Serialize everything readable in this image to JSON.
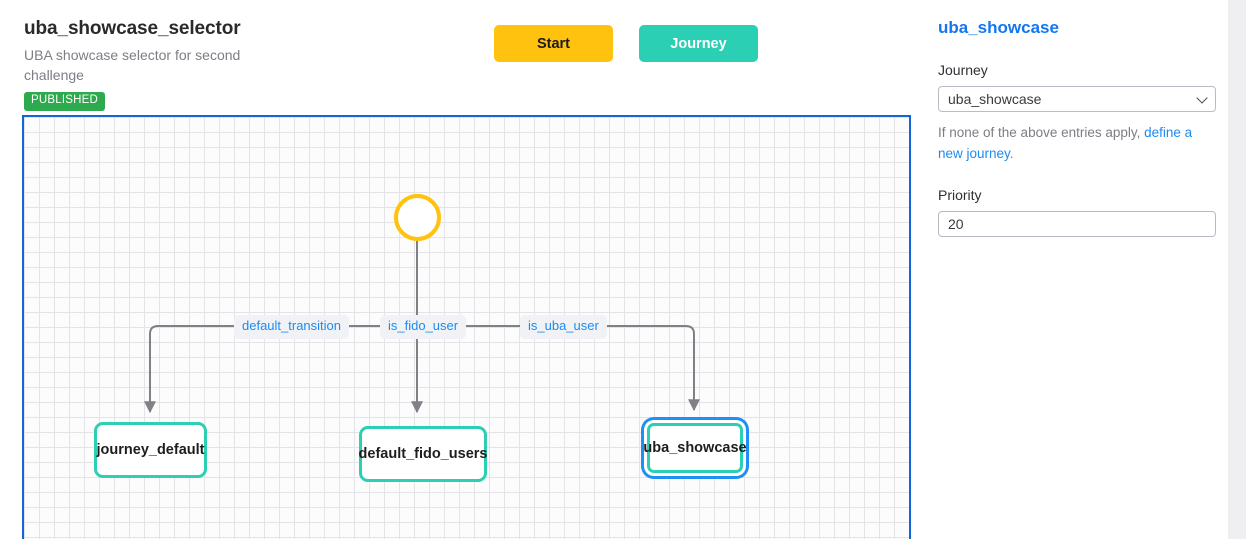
{
  "header": {
    "title": "uba_showcase_selector",
    "subtitle": "UBA showcase selector for second challenge",
    "status": "PUBLISHED",
    "buttons": [
      {
        "label": "Start",
        "name": "start-button",
        "color": "#ffc20e"
      },
      {
        "label": "Journey",
        "name": "journey-button",
        "color": "#2bcfb4"
      }
    ]
  },
  "canvas": {
    "start_node": {
      "icon": "play-icon",
      "color": "#ffc20e"
    },
    "transitions": [
      {
        "label": "default_transition",
        "from": "start",
        "to": "journey_default"
      },
      {
        "label": "is_fido_user",
        "from": "start",
        "to": "default_fido_users"
      },
      {
        "label": "is_uba_user",
        "from": "start",
        "to": "uba_showcase"
      }
    ],
    "nodes": [
      {
        "label": "journey_default",
        "selected": false
      },
      {
        "label": "default_fido_users",
        "selected": false
      },
      {
        "label": "uba_showcase",
        "selected": true
      }
    ],
    "colors": {
      "border": "#1565d8",
      "node_border": "#2bcfb4",
      "selection": "#1f8ff5",
      "edge": "#808087",
      "pill_text": "#1d8bf1"
    }
  },
  "panel": {
    "title": "uba_showcase",
    "journey_label": "Journey",
    "journey_value": "uba_showcase",
    "journey_options": [
      "uba_showcase"
    ],
    "help_prefix": "If none of the above entries apply, ",
    "help_link": "define a new journey",
    "help_suffix": ".",
    "priority_label": "Priority",
    "priority_value": "20"
  }
}
